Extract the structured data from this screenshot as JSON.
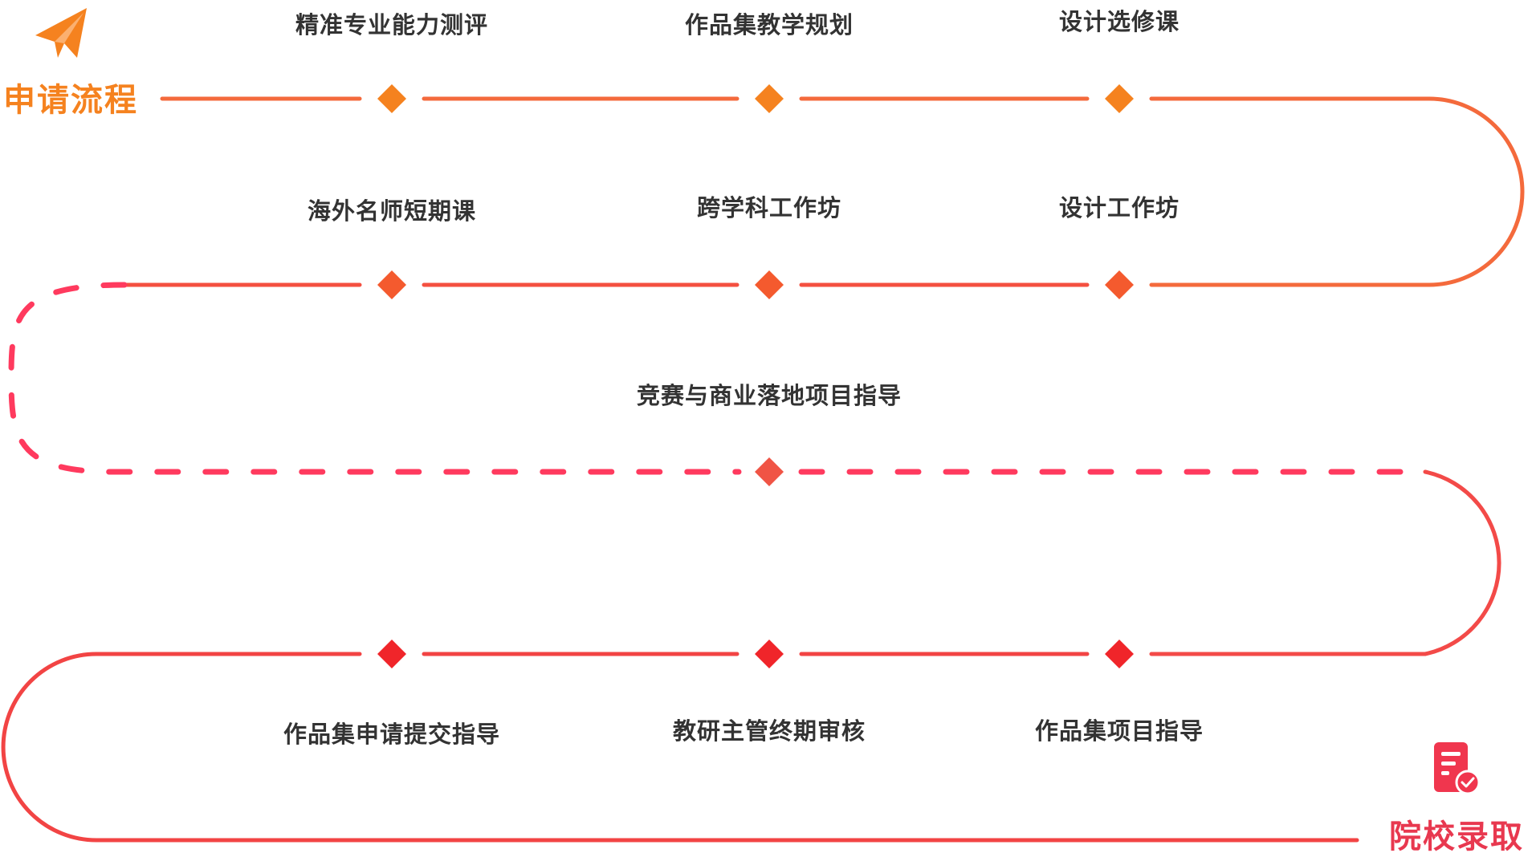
{
  "start": {
    "title": "申请流程",
    "icon": "paper-plane-icon",
    "color": "#F5821F"
  },
  "end": {
    "title": "院校录取",
    "icon": "document-check-icon",
    "color": "#E8384F"
  },
  "steps": [
    {
      "label": "精准专业能力测评"
    },
    {
      "label": "作品集教学规划"
    },
    {
      "label": "设计选修课"
    },
    {
      "label": "海外名师短期课"
    },
    {
      "label": "跨学科工作坊"
    },
    {
      "label": "设计工作坊"
    },
    {
      "label": "竞赛与商业落地项目指导"
    },
    {
      "label": "作品集申请提交指导"
    },
    {
      "label": "教研主管终期审核"
    },
    {
      "label": "作品集项目指导"
    }
  ],
  "colors": {
    "orange": "#F5821F",
    "orange_red": "#F45A2E",
    "coral": "#F05445",
    "pink_red": "#FF3A5E",
    "red": "#F0252A",
    "text": "#333333"
  }
}
